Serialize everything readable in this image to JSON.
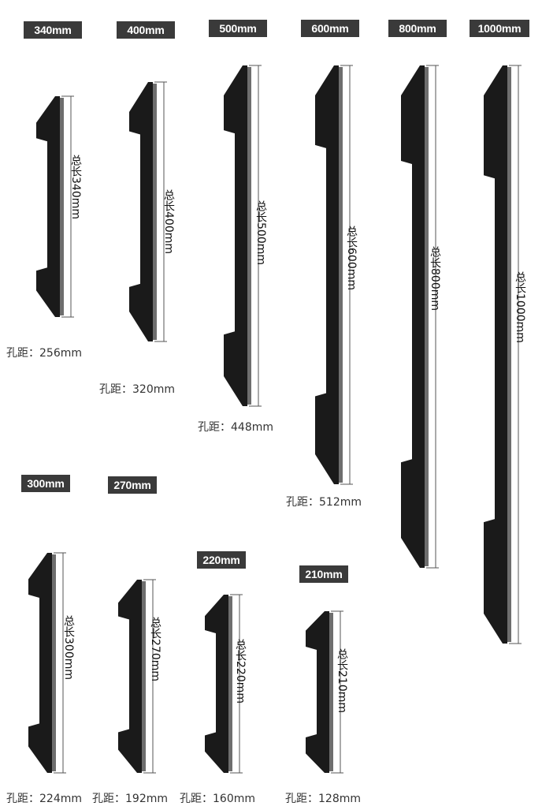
{
  "colors": {
    "tag_bg": "#3a3a3a",
    "handle": "#1a1a1a",
    "accent": "#6e6e6e"
  },
  "handles": [
    {
      "tag": "340mm",
      "total": "总长340mm",
      "hole": "孔距：256mm"
    },
    {
      "tag": "400mm",
      "total": "总长400mm",
      "hole": "孔距：320mm"
    },
    {
      "tag": "500mm",
      "total": "总长500mm",
      "hole": "孔距：448mm"
    },
    {
      "tag": "600mm",
      "total": "总长600mm",
      "hole": "孔距：512mm"
    },
    {
      "tag": "800mm",
      "total": "总长800mm",
      "hole": ""
    },
    {
      "tag": "1000mm",
      "total": "总长1000mm",
      "hole": ""
    },
    {
      "tag": "300mm",
      "total": "总长300mm",
      "hole": "孔距：224mm"
    },
    {
      "tag": "270mm",
      "total": "总长270mm",
      "hole": "孔距：192mm"
    },
    {
      "tag": "220mm",
      "total": "总长220mm",
      "hole": "孔距：160mm"
    },
    {
      "tag": "210mm",
      "total": "总长210mm",
      "hole": "孔距：128mm"
    }
  ]
}
